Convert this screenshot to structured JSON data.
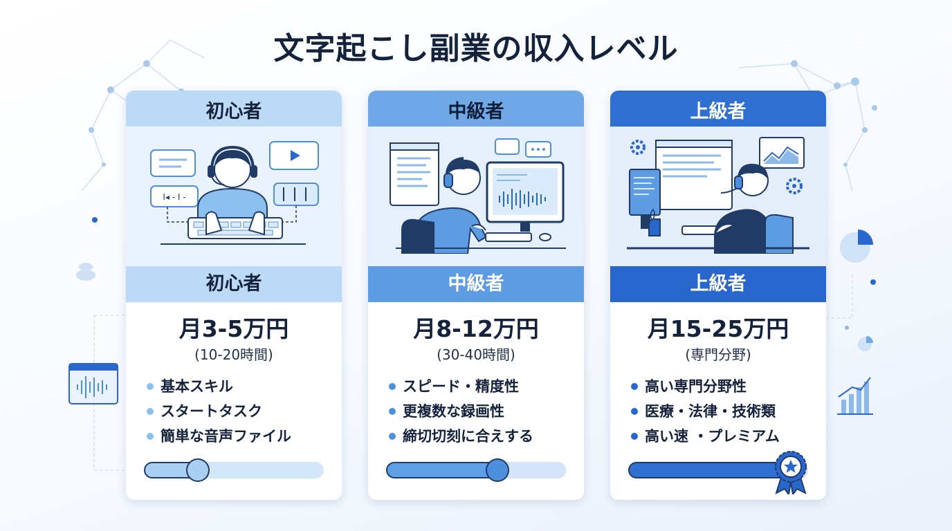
{
  "title": "文字起こし副業の収入レベル",
  "colors": {
    "light": "#bcd9f5",
    "mid": "#5d9be3",
    "dark": "#2a67cc",
    "text": "#14233b"
  },
  "cards": [
    {
      "tab": "初心者",
      "band": "初心者",
      "income": "月3-5万円",
      "sub": "(10-20時間)",
      "bullets": [
        "基本スキル",
        "スタートタスク",
        "簡単な音声ファイル"
      ],
      "progress": 0.3,
      "illustration": "beginner-headset-keyboard-icon"
    },
    {
      "tab": "中級者",
      "band": "中級者",
      "income": "月8-12万円",
      "sub": "(30-40時間)",
      "bullets": [
        "スピード・精度性",
        "更複数な録画性",
        "締切切刻に合えする"
      ],
      "progress": 0.62,
      "illustration": "intermediate-monitor-waveform-icon"
    },
    {
      "tab": "上級者",
      "band": "上級者",
      "income": "月15-25万円",
      "sub": "(専門分野)",
      "bullets": [
        "高い専門分野性",
        "医療・法律・技術類",
        "高い速 ・プレミアム"
      ],
      "progress": 0.97,
      "illustration": "advanced-multi-monitor-icon"
    }
  ]
}
